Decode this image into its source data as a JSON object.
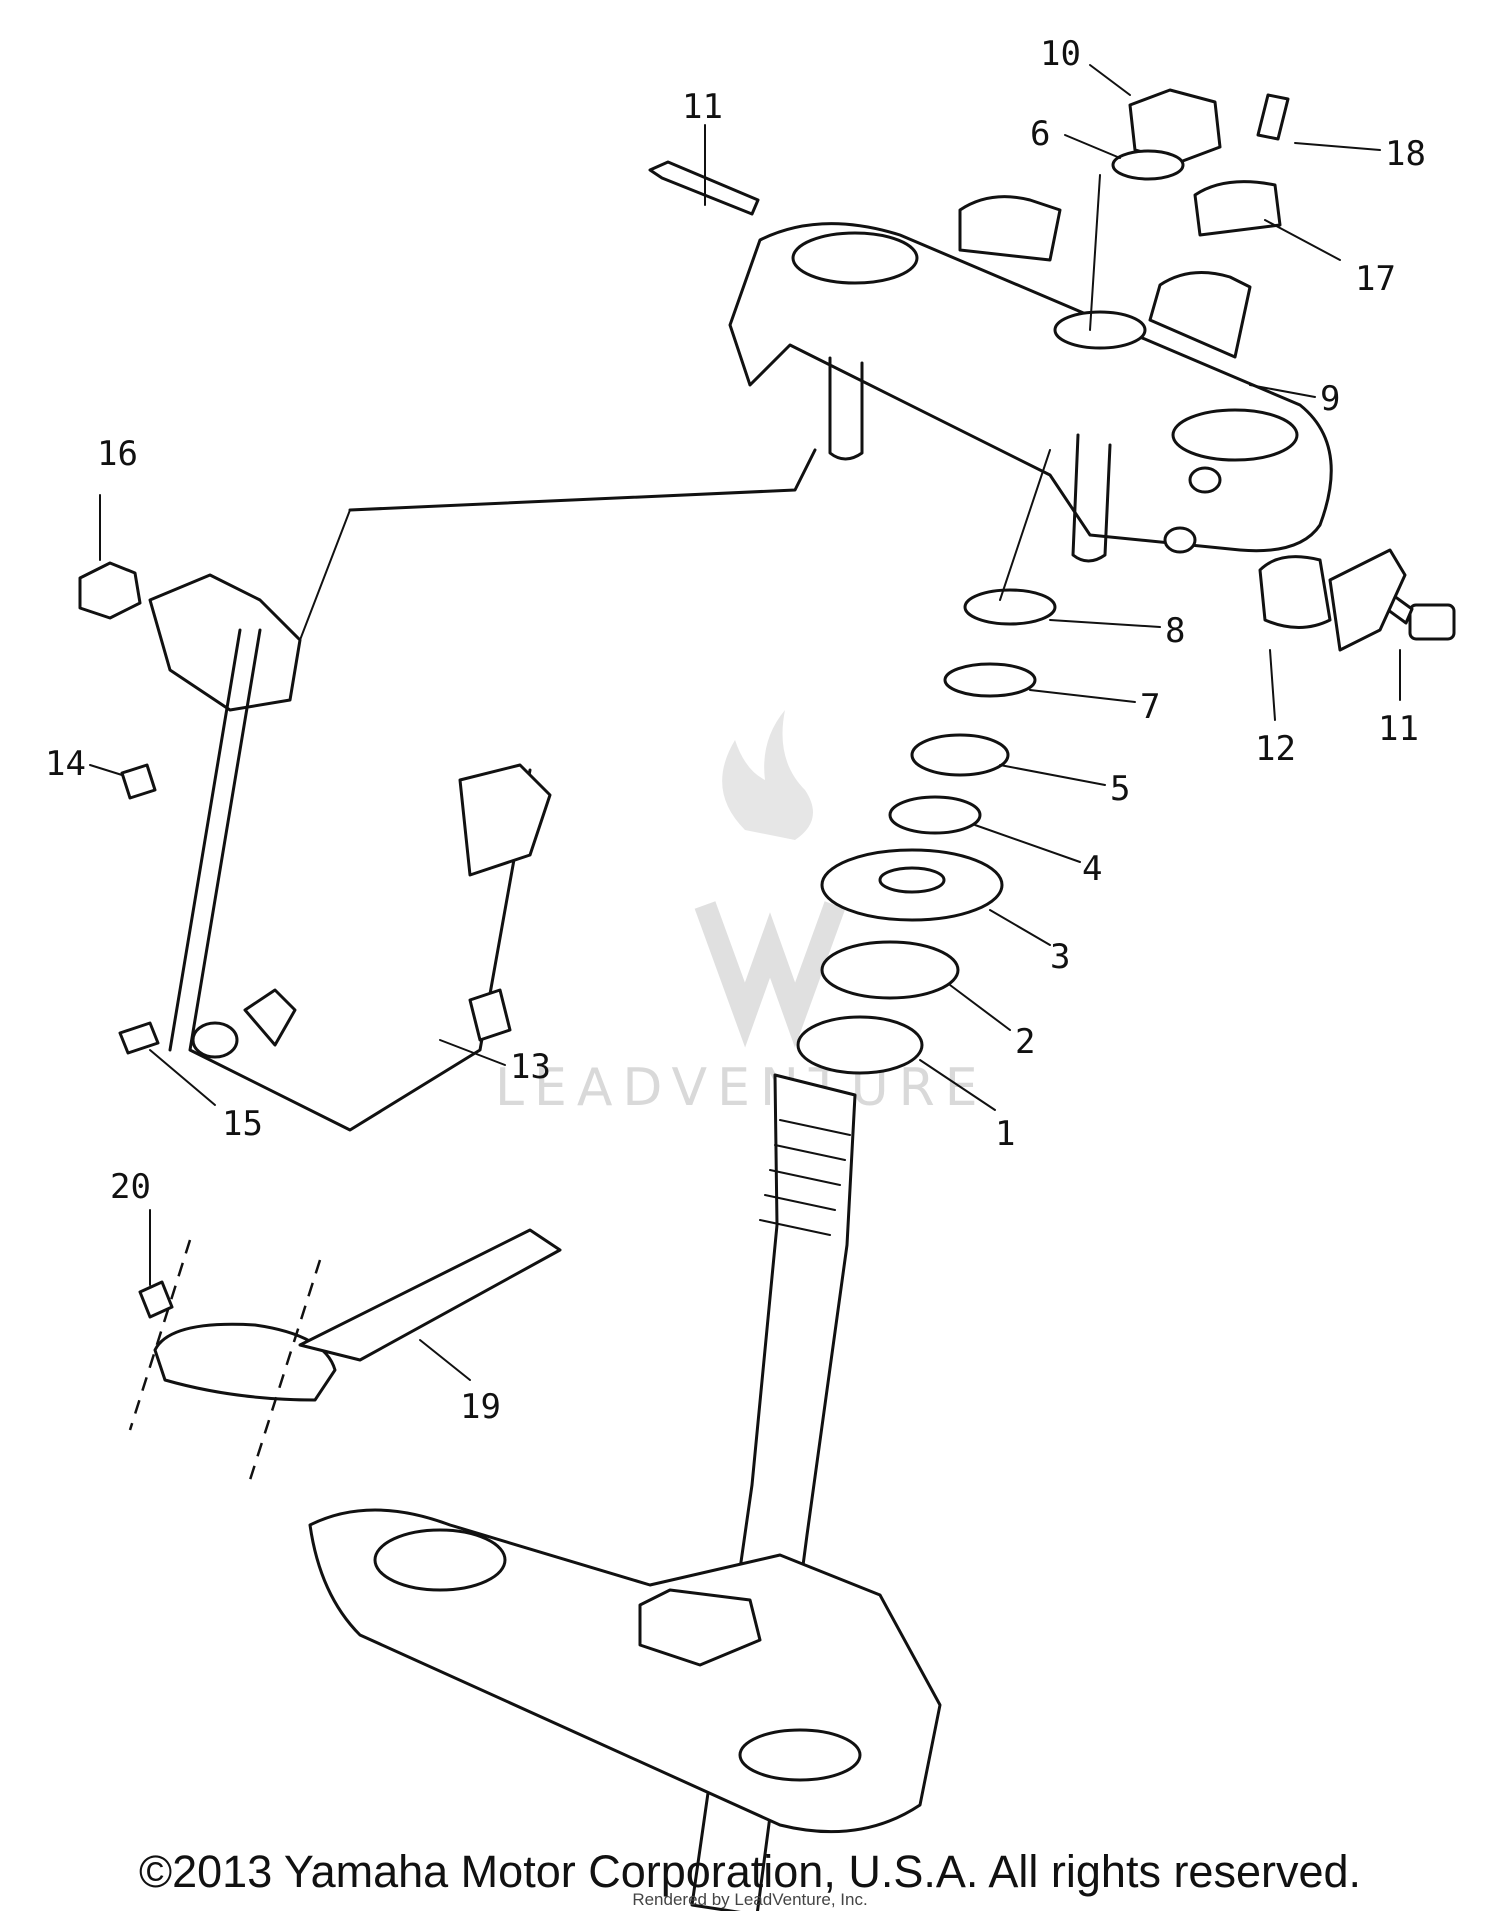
{
  "callouts": {
    "p1": "1",
    "p2": "2",
    "p3": "3",
    "p4": "4",
    "p5": "5",
    "p6": "6",
    "p7": "7",
    "p8": "8",
    "p9": "9",
    "p10": "10",
    "p11a": "11",
    "p11b": "11",
    "p12": "12",
    "p13": "13",
    "p14": "14",
    "p15": "15",
    "p16": "16",
    "p17": "17",
    "p18": "18",
    "p19": "19",
    "p20": "20"
  },
  "watermark": "LEADVENTURE",
  "copyright": "©2013 Yamaha Motor Corporation, U.S.A. All rights reserved.",
  "rendered_by": "Rendered by LeadVenture, Inc."
}
